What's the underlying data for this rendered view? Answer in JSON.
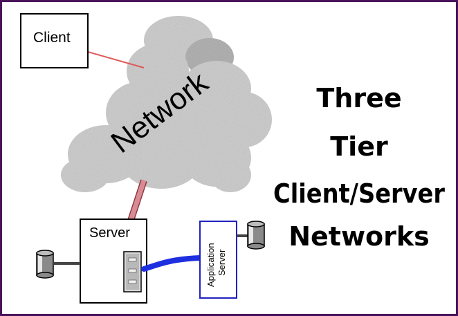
{
  "diagram": {
    "client_label": "Client",
    "network_label": "Network",
    "server_label": "Server",
    "app_server_label_line1": "Application",
    "app_server_label_line2": "Server",
    "title_lines": [
      "Three",
      "Tier",
      "Client/Server",
      "Networks"
    ]
  },
  "colors": {
    "border": "#4a145a",
    "client_link": "#e05a5a",
    "server_link": "#d98a92",
    "app_link": "#1e2fe0",
    "app_box_border": "#2020c0",
    "cloud": "#c9c9c9"
  }
}
